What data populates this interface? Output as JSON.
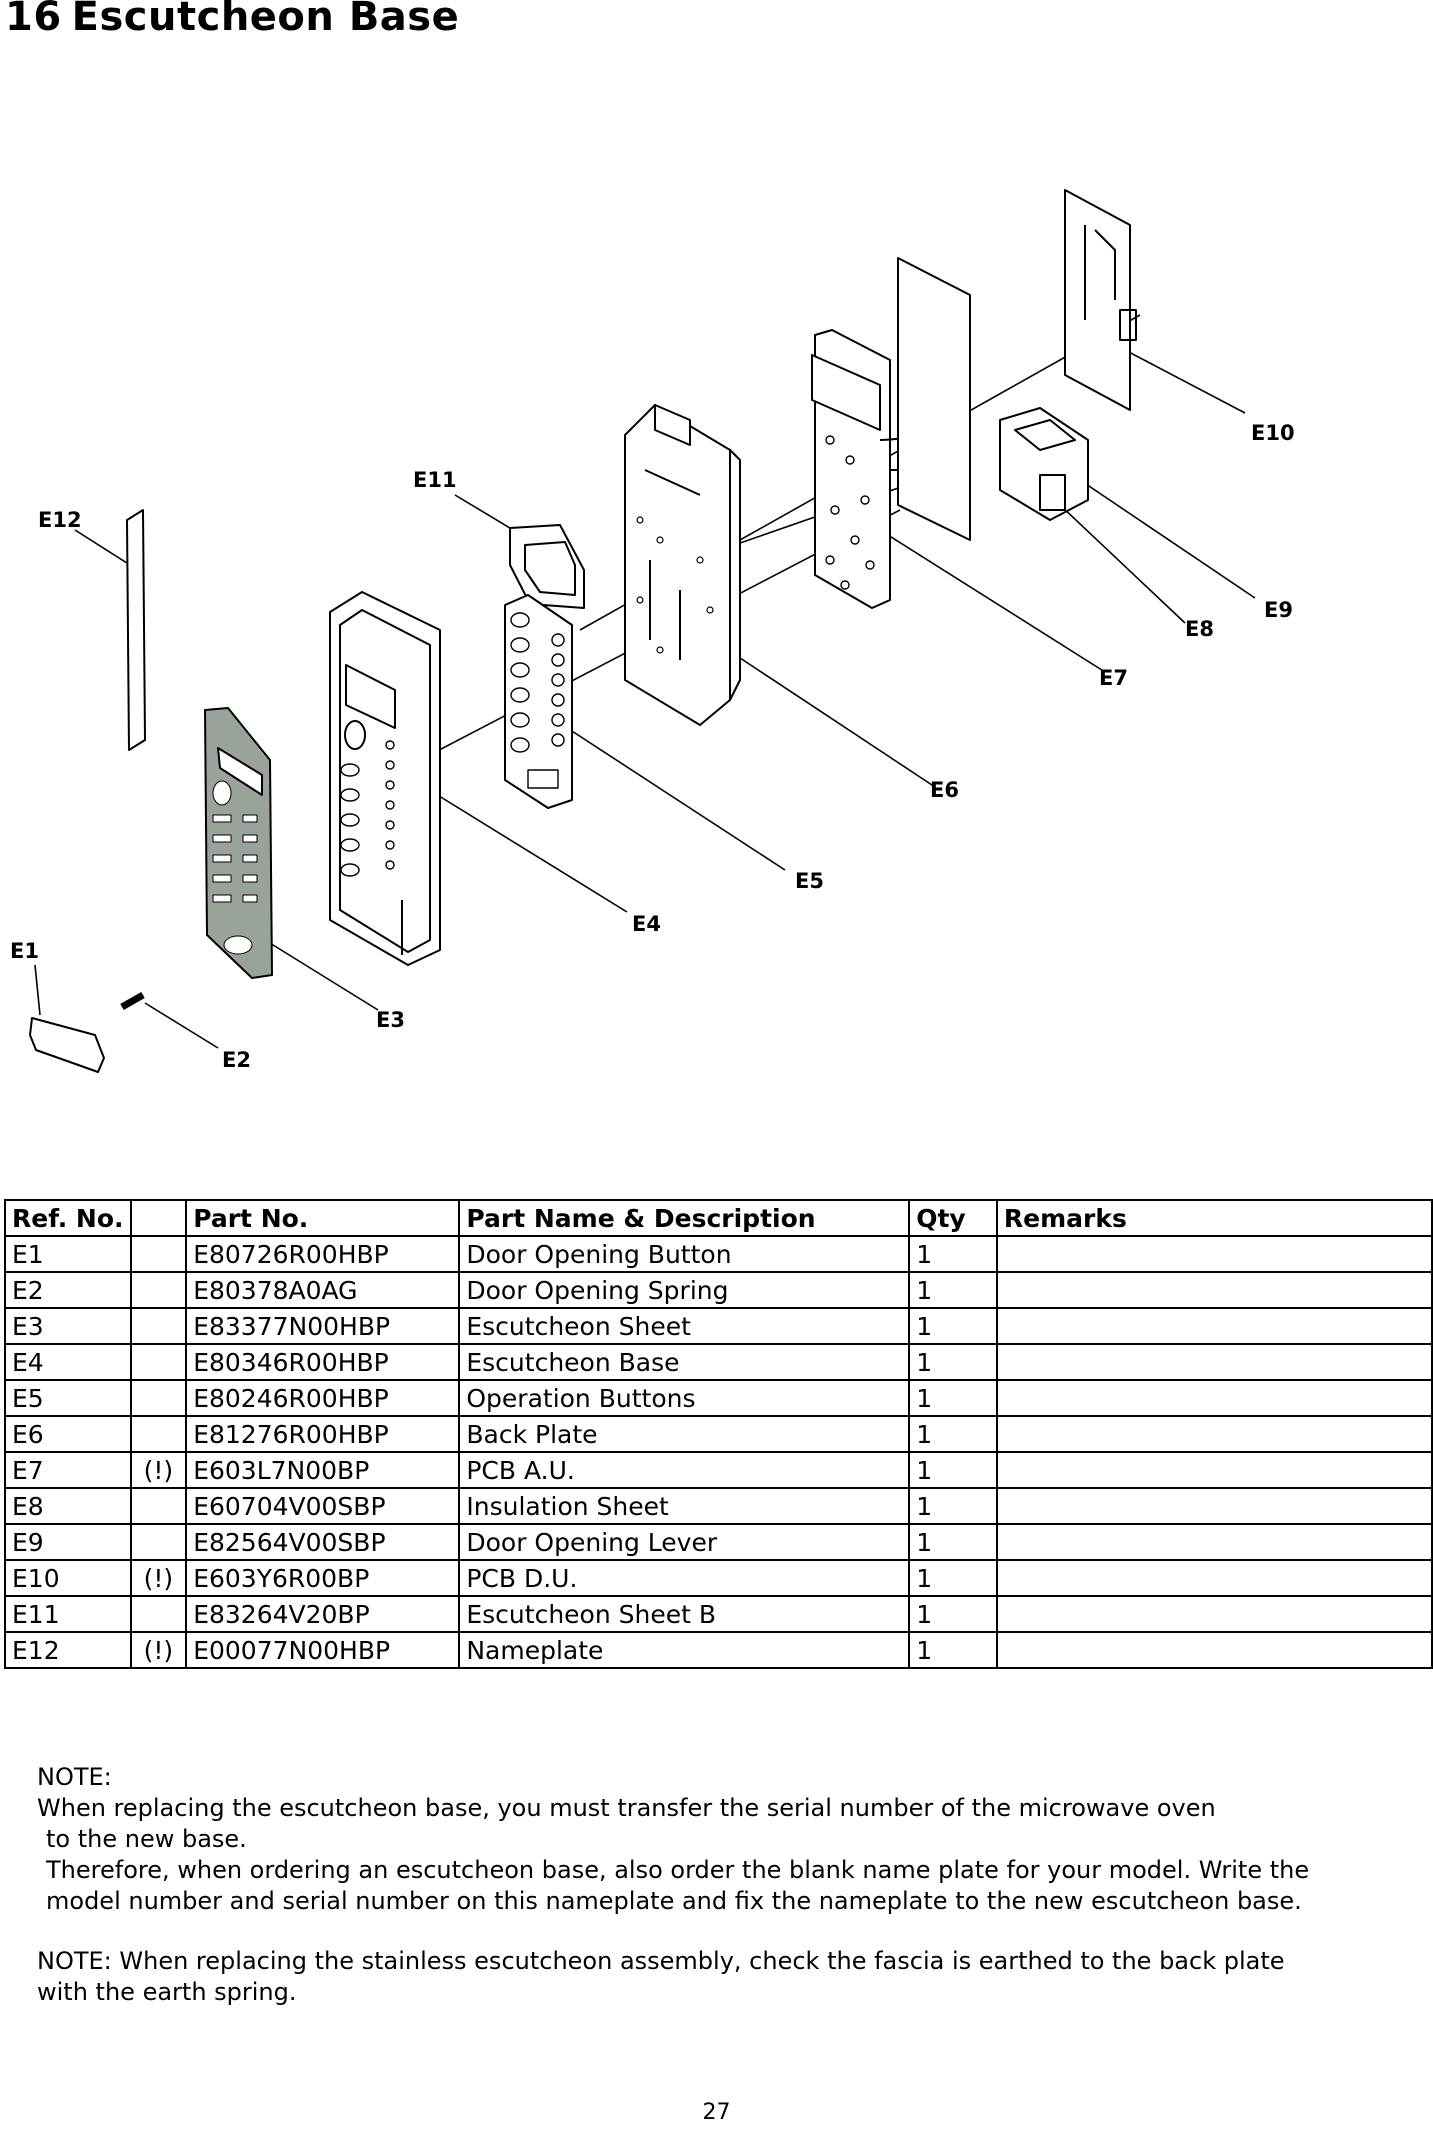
{
  "section": {
    "number": "16",
    "title": "Escutcheon Base"
  },
  "diagram": {
    "callouts": [
      "E1",
      "E2",
      "E3",
      "E4",
      "E5",
      "E6",
      "E7",
      "E8",
      "E9",
      "E10",
      "E11",
      "E12"
    ]
  },
  "table": {
    "headers": [
      "Ref. No.",
      "",
      "Part No.",
      "Part Name & Description",
      "Qty",
      "Remarks"
    ],
    "rows": [
      {
        "ref": "E1",
        "flag": "",
        "part_no": "E80726R00HBP",
        "name": "Door Opening Button",
        "qty": "1",
        "remarks": ""
      },
      {
        "ref": "E2",
        "flag": "",
        "part_no": "E80378A0AG",
        "name": "Door Opening Spring",
        "qty": "1",
        "remarks": ""
      },
      {
        "ref": "E3",
        "flag": "",
        "part_no": "E83377N00HBP",
        "name": "Escutcheon Sheet",
        "qty": "1",
        "remarks": ""
      },
      {
        "ref": "E4",
        "flag": "",
        "part_no": "E80346R00HBP",
        "name": "Escutcheon Base",
        "qty": "1",
        "remarks": ""
      },
      {
        "ref": "E5",
        "flag": "",
        "part_no": "E80246R00HBP",
        "name": "Operation Buttons",
        "qty": "1",
        "remarks": ""
      },
      {
        "ref": "E6",
        "flag": "",
        "part_no": "E81276R00HBP",
        "name": "Back Plate",
        "qty": "1",
        "remarks": ""
      },
      {
        "ref": "E7",
        "flag": "(!)",
        "part_no": "E603L7N00BP",
        "name": "PCB A.U.",
        "qty": "1",
        "remarks": ""
      },
      {
        "ref": "E8",
        "flag": "",
        "part_no": "E60704V00SBP",
        "name": "Insulation Sheet",
        "qty": "1",
        "remarks": ""
      },
      {
        "ref": "E9",
        "flag": "",
        "part_no": "E82564V00SBP",
        "name": "Door Opening Lever",
        "qty": "1",
        "remarks": ""
      },
      {
        "ref": "E10",
        "flag": "(!)",
        "part_no": "E603Y6R00BP",
        "name": "PCB D.U.",
        "qty": "1",
        "remarks": ""
      },
      {
        "ref": "E11",
        "flag": "",
        "part_no": "E83264V20BP",
        "name": "Escutcheon Sheet B",
        "qty": "1",
        "remarks": ""
      },
      {
        "ref": "E12",
        "flag": "(!)",
        "part_no": "E00077N00HBP",
        "name": "Nameplate",
        "qty": "1",
        "remarks": ""
      }
    ]
  },
  "notes": {
    "note1_heading": "NOTE:",
    "note1_line1": "When replacing the escutcheon base, you must transfer the serial number of the microwave oven",
    "note1_line2": "to the new base.",
    "note1_line3": "Therefore, when ordering an escutcheon base, also order the blank name plate for your model. Write the",
    "note1_line4": "model number and serial number on this nameplate and fix the nameplate to the new escutcheon base.",
    "note2_line1": "NOTE: When replacing the stainless escutcheon assembly, check  the fascia is earthed to the back plate",
    "note2_line2": "with the earth spring."
  },
  "page_number": "27"
}
